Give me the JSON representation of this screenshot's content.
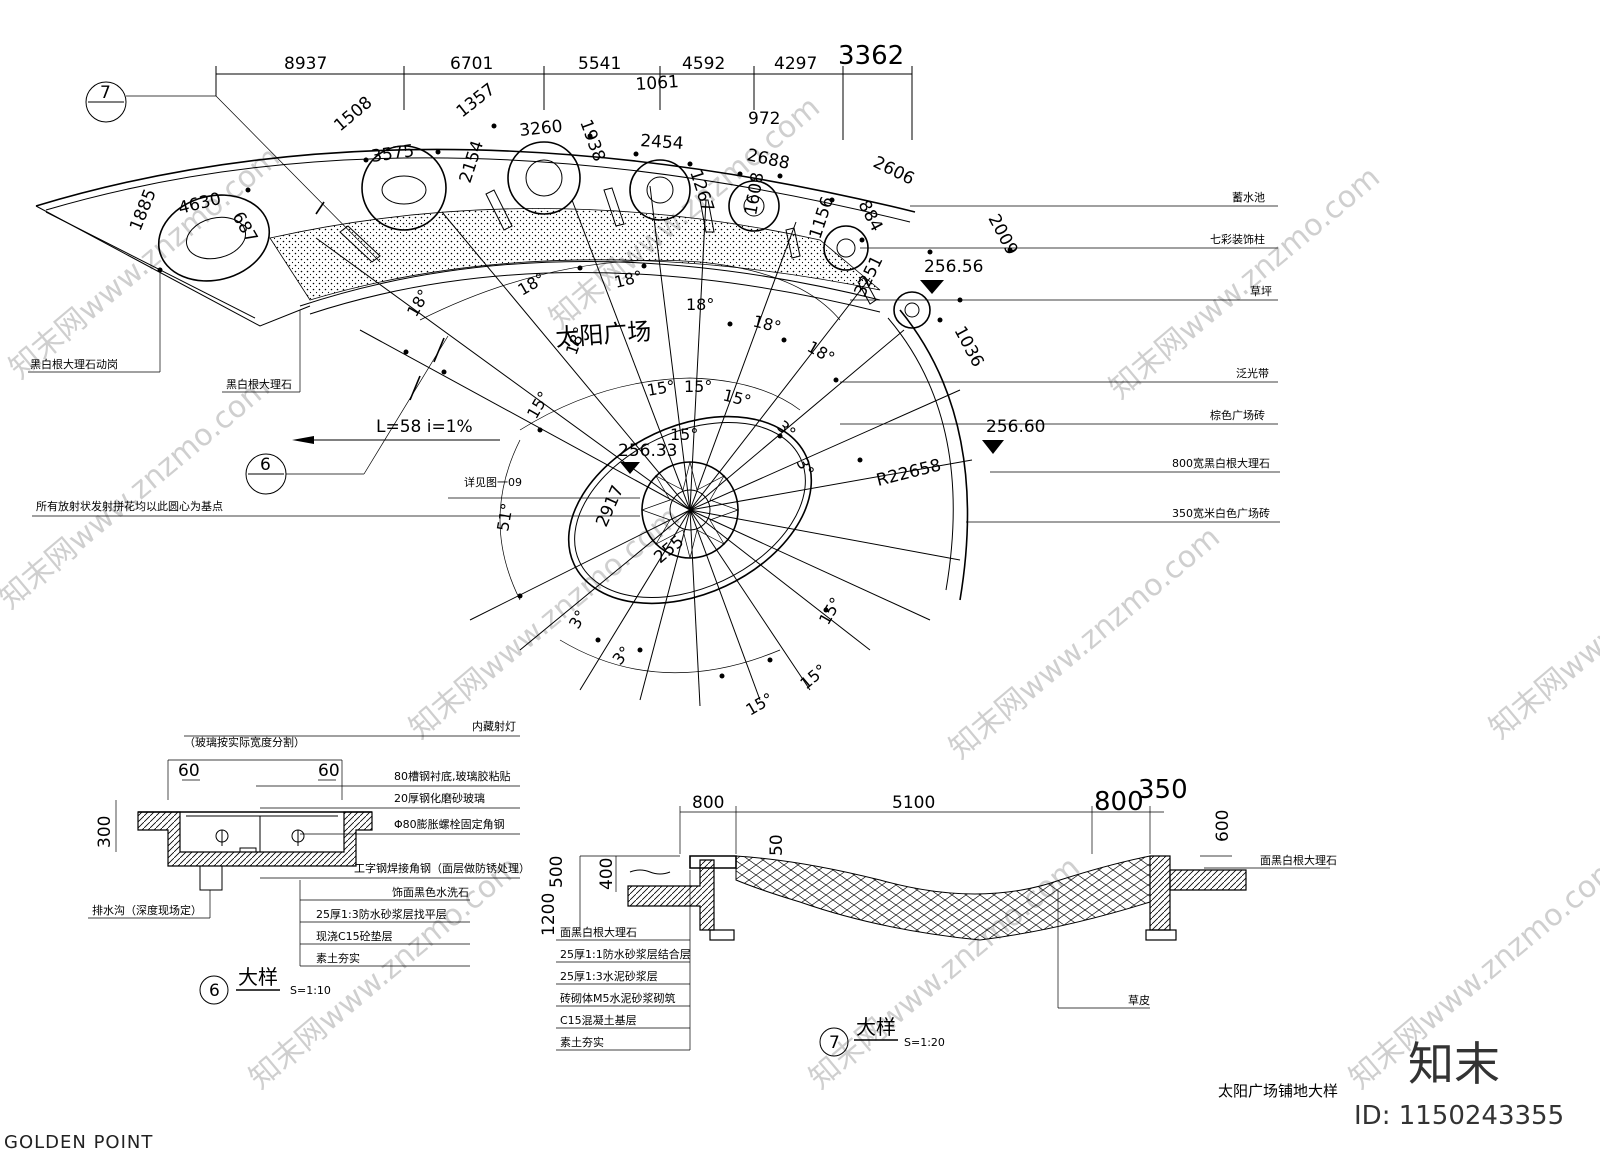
{
  "top_dims": [
    "8937",
    "6701",
    "5541",
    "4592",
    "4297",
    "3362"
  ],
  "plan_dims": [
    "1885",
    "4630",
    "687",
    "1508",
    "3575",
    "2154",
    "1357",
    "3260",
    "1938",
    "1061",
    "2454",
    "1267",
    "972",
    "2688",
    "1608",
    "2606",
    "1156",
    "884",
    "2009",
    "3251",
    "1036",
    "2917",
    "255"
  ],
  "angles": [
    "18°",
    "18°",
    "18°",
    "18°",
    "18°",
    "18°",
    "18°",
    "15°",
    "15°",
    "15°",
    "15°",
    "15°",
    "15°",
    "15°",
    "15°",
    "3°",
    "3°",
    "3°",
    "3°",
    "51°"
  ],
  "elevations": [
    "256.56",
    "256.60",
    "256.33"
  ],
  "plan": {
    "title": "太阳广场",
    "slope": "L=58  i=1%",
    "radius": "R22658",
    "detail_ref": "详见图一09",
    "ref_top": "7",
    "ref_left": "6",
    "note_center": "所有放射状发射拼花均以此圆心为基点",
    "labels_left": [
      "黑白根大理石动岗",
      "黑白根大理石"
    ],
    "labels_right": [
      "蓄水池",
      "七彩装饰柱",
      "草坪",
      "泛光带",
      "棕色广场砖",
      "800宽黑白根大理石",
      "350宽米白色广场砖"
    ]
  },
  "detail6": {
    "top_note": "（玻璃按实际宽度分割）",
    "light_label": "内藏射灯",
    "dims": [
      "60",
      "60",
      "300"
    ],
    "labels": [
      "80槽钢衬底,玻璃胶粘贴",
      "20厚钢化磨砂玻璃",
      "Φ80膨胀螺栓固定角钢",
      "工字钢焊接角钢（面层做防锈处理）",
      "饰面黑色水洗石",
      "25厚1:3防水砂浆层找平层",
      "现浇C15砼垫层",
      "素土夯实"
    ],
    "drain": "排水沟（深度现场定）",
    "num": "6",
    "title": "大样",
    "scale": "S=1:10"
  },
  "detail7": {
    "dims": [
      "800",
      "5100",
      "800",
      "350",
      "50",
      "500",
      "400",
      "1200",
      "600"
    ],
    "labels": [
      "面黑白根大理石",
      "25厚1:1防水砂浆层结合层",
      "25厚1:3水泥砂浆层",
      "砖砌体M5水泥砂浆砌筑",
      "C15混凝土基层",
      "素土夯实"
    ],
    "right_label": "面黑白根大理石",
    "grass": "草皮",
    "num": "7",
    "title": "大样",
    "scale": "S=1:20"
  },
  "sheet_title": "太阳广场铺地大样",
  "brand": "知末",
  "id_text": "ID: 1150243355",
  "footer": "GOLDEN  POINT",
  "watermarks": [
    "知末网www.znzmo.com"
  ]
}
